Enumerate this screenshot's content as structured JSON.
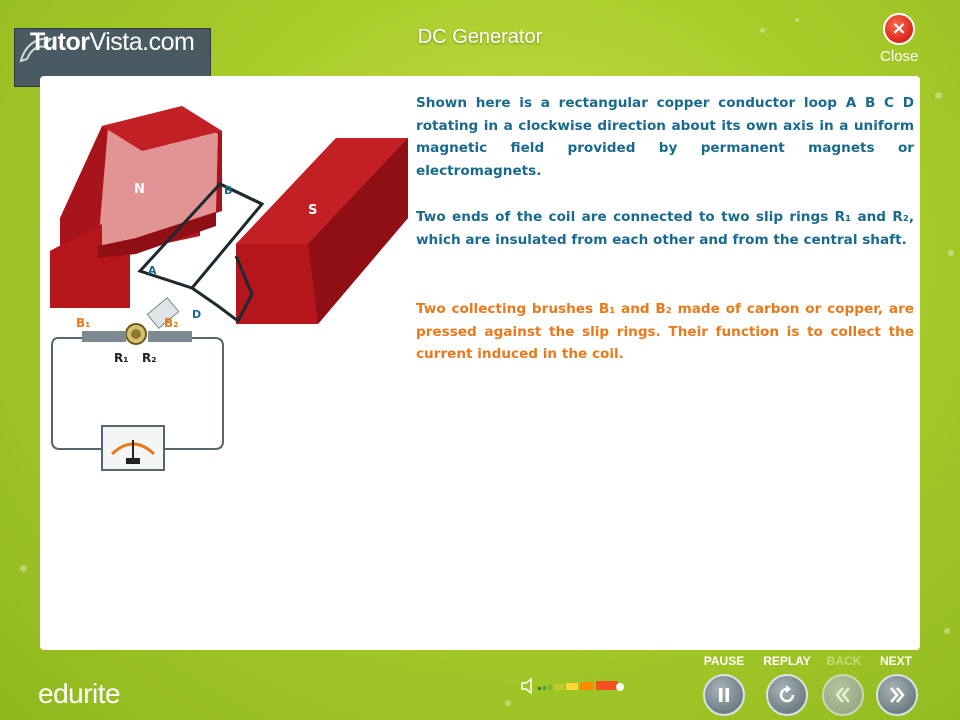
{
  "header": {
    "logo_bold": "Tutor",
    "logo_light": "Vista.com",
    "title": "DC Generator",
    "close_label": "Close"
  },
  "content": {
    "paragraphs": [
      "Shown here is a rectangular copper conductor loop A B C D rotating in a clockwise direction about its own axis in a uniform magnetic field provided by permanent magnets or electromagnets.",
      "Two ends of the coil are connected to two slip rings R₁ and R₂, which are insulated from each other and from the central shaft.",
      "Two collecting brushes B₁ and B₂ made of carbon or copper, are pressed against the slip rings. Their function is to collect the current induced in the coil."
    ]
  },
  "diagram": {
    "magnet_north": "N",
    "magnet_south": "S",
    "coil_labels": [
      "A",
      "B",
      "D"
    ],
    "brush_b1": "B₁",
    "brush_b2": "B₂",
    "ring_r1": "R₁",
    "ring_r2": "R₂",
    "colors": {
      "magnet": "#b5161c",
      "coil": "#1c2a30",
      "brush_label": "#e87a1e",
      "label_blue": "#1a6a8e"
    }
  },
  "footer": {
    "brand": "edurite",
    "controls": {
      "pause": "PAUSE",
      "replay": "REPLAY",
      "back": "BACK",
      "next": "NEXT"
    }
  },
  "colors": {
    "background": "#a9cc2a",
    "text_blue": "#1a6a8e",
    "text_orange": "#e87a1e",
    "close_red": "#d8261a"
  }
}
